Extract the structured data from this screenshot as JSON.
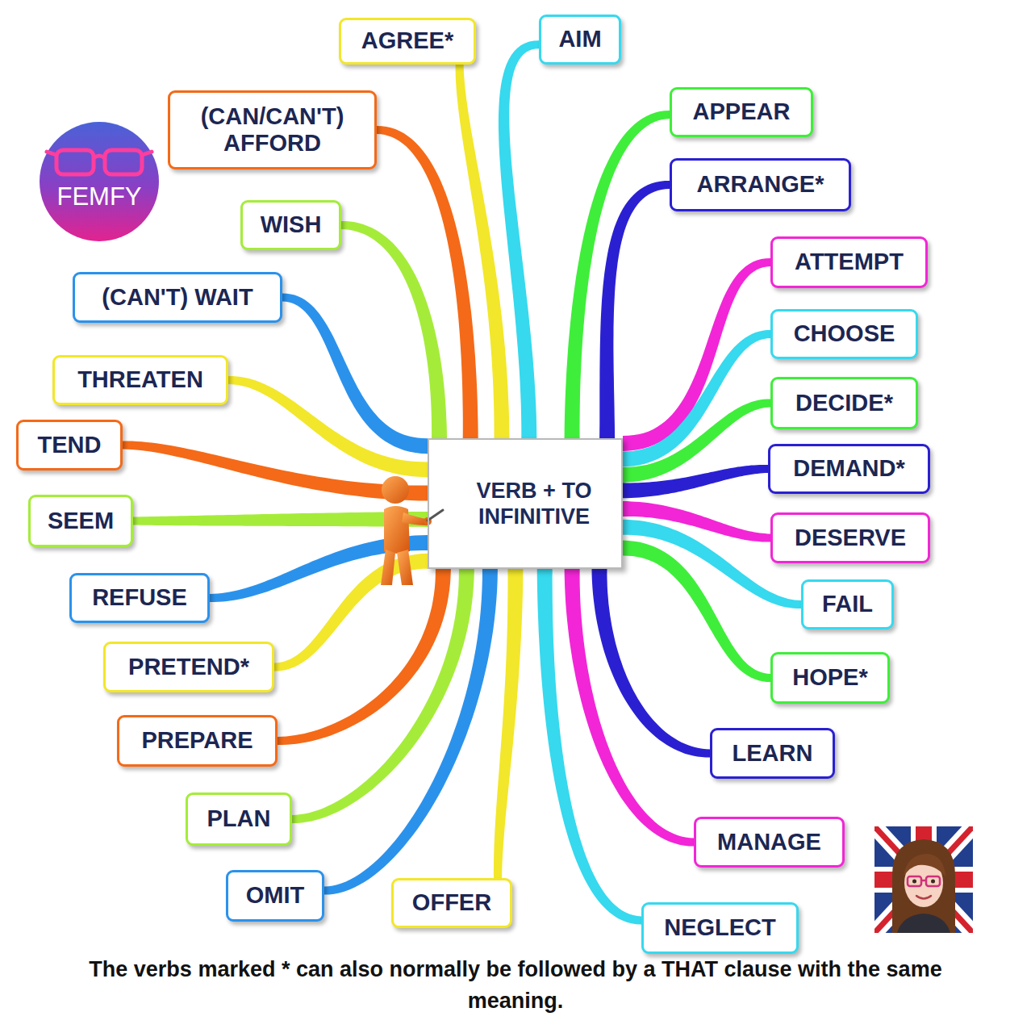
{
  "diagram": {
    "caption": "The verbs marked * can also normally be followed by a THAT clause with the same meaning.",
    "nodes": [
      {
        "text": [
          "VERB + TO INFINITIVE"
        ]
      },
      {
        "text": [
          "AGREE*"
        ]
      },
      {
        "text": [
          "AIM"
        ]
      },
      {
        "text": [
          "APPEAR"
        ]
      },
      {
        "text": [
          "ARRANGE*"
        ]
      },
      {
        "text": [
          "ATTEMPT"
        ]
      },
      {
        "text": [
          "CHOOSE"
        ]
      },
      {
        "text": [
          "DECIDE*"
        ]
      },
      {
        "text": [
          "DEMAND*"
        ]
      },
      {
        "text": [
          "DESERVE"
        ]
      },
      {
        "text": [
          "FAIL"
        ]
      },
      {
        "text": [
          "HOPE*"
        ]
      },
      {
        "text": [
          "LEARN"
        ]
      },
      {
        "text": [
          "MANAGE"
        ]
      },
      {
        "text": [
          "NEGLECT"
        ]
      },
      {
        "text": [
          "OFFER"
        ]
      },
      {
        "text": [
          "OMIT"
        ]
      },
      {
        "text": [
          "PLAN"
        ]
      },
      {
        "text": [
          "PREPARE"
        ]
      },
      {
        "text": [
          "PRETEND*"
        ]
      },
      {
        "text": [
          "REFUSE"
        ]
      },
      {
        "text": [
          "SEEM"
        ]
      },
      {
        "text": [
          "TEND"
        ]
      },
      {
        "text": [
          "THREATEN"
        ]
      },
      {
        "text": [
          "(CAN'T) WAIT"
        ]
      },
      {
        "text": [
          "WISH"
        ]
      },
      {
        "text": [
          "(CAN/CAN'T) AFFORD"
        ]
      },
      {
        "text": [
          "FEMFY"
        ]
      }
    ],
    "edges": [
      {
        "from": 0,
        "to": 1,
        "arrow": "none"
      },
      {
        "from": 0,
        "to": 2,
        "arrow": "none"
      },
      {
        "from": 0,
        "to": 3,
        "arrow": "none"
      },
      {
        "from": 0,
        "to": 4,
        "arrow": "none"
      },
      {
        "from": 0,
        "to": 5,
        "arrow": "none"
      },
      {
        "from": 0,
        "to": 6,
        "arrow": "none"
      },
      {
        "from": 0,
        "to": 7,
        "arrow": "none"
      },
      {
        "from": 0,
        "to": 8,
        "arrow": "none"
      },
      {
        "from": 0,
        "to": 9,
        "arrow": "none"
      },
      {
        "from": 0,
        "to": 10,
        "arrow": "none"
      },
      {
        "from": 0,
        "to": 11,
        "arrow": "none"
      },
      {
        "from": 0,
        "to": 12,
        "arrow": "none"
      },
      {
        "from": 0,
        "to": 13,
        "arrow": "none"
      },
      {
        "from": 0,
        "to": 14,
        "arrow": "none"
      },
      {
        "from": 0,
        "to": 15,
        "arrow": "none"
      },
      {
        "from": 0,
        "to": 16,
        "arrow": "none"
      },
      {
        "from": 0,
        "to": 17,
        "arrow": "none"
      },
      {
        "from": 0,
        "to": 18,
        "arrow": "none"
      },
      {
        "from": 0,
        "to": 19,
        "arrow": "none"
      },
      {
        "from": 0,
        "to": 20,
        "arrow": "none"
      },
      {
        "from": 0,
        "to": 21,
        "arrow": "none"
      },
      {
        "from": 0,
        "to": 22,
        "arrow": "none"
      },
      {
        "from": 0,
        "to": 23,
        "arrow": "none"
      },
      {
        "from": 0,
        "to": 24,
        "arrow": "none"
      },
      {
        "from": 0,
        "to": 25,
        "arrow": "none"
      },
      {
        "from": 0,
        "to": 26,
        "arrow": "none"
      }
    ]
  }
}
